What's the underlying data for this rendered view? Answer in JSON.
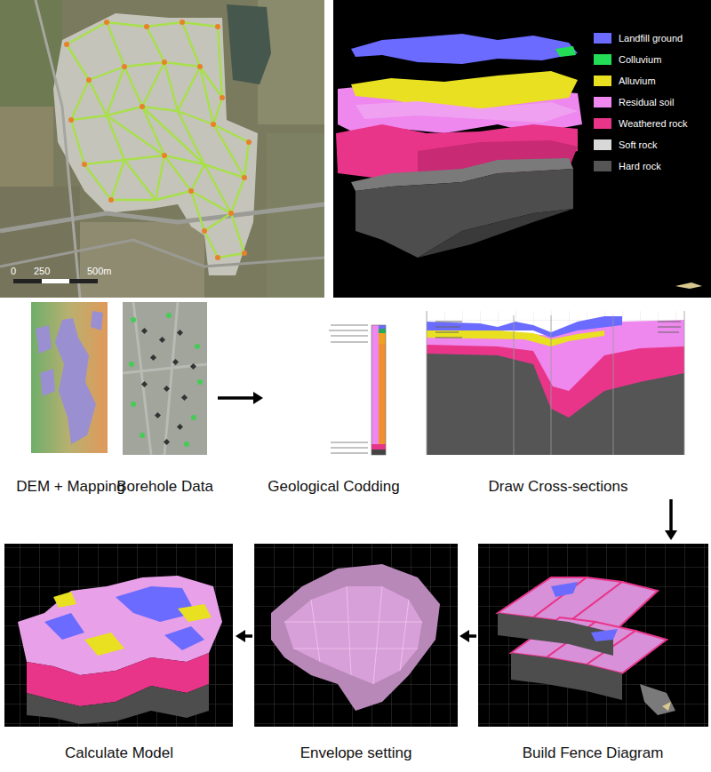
{
  "diagram": {
    "nodes": [
      {
        "text": [
          "DEM + Mapping"
        ]
      },
      {
        "text": [
          "Borehole Data"
        ]
      },
      {
        "text": [
          "Geological Codding"
        ]
      },
      {
        "text": [
          "Draw Cross-sections"
        ]
      },
      {
        "text": [
          "Calculate Model"
        ]
      },
      {
        "text": [
          "Envelope setting"
        ]
      },
      {
        "text": [
          "Build Fence Diagram"
        ]
      }
    ],
    "edges": [
      {
        "from": 1,
        "to": 2,
        "arrow": "to"
      },
      {
        "from": 3,
        "to": 6,
        "arrow": "to"
      },
      {
        "from": 6,
        "to": 5,
        "arrow": "to"
      },
      {
        "from": 5,
        "to": 4,
        "arrow": "to"
      }
    ],
    "labels": [
      "0",
      "250",
      "500m"
    ],
    "legend": [
      {
        "text": "Landfill ground",
        "color": "#6b6bff"
      },
      {
        "text": "Colluvium",
        "color": "#22dd55"
      },
      {
        "text": "Alluvium",
        "color": "#e8e020"
      },
      {
        "text": "Residual soil",
        "color": "#ee88ee"
      },
      {
        "text": "Weathered rock",
        "color": "#e8358a"
      },
      {
        "text": "Soft rock",
        "color": "#d8d8d8"
      },
      {
        "text": "Hard rock",
        "color": "#555555"
      }
    ]
  }
}
